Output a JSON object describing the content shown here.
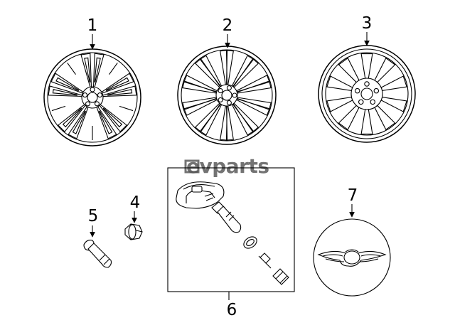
{
  "watermark": "evparts",
  "parts": [
    {
      "label": "1",
      "name": "Wheel - split-spoke alloy"
    },
    {
      "label": "2",
      "name": "Wheel - multi-spoke alloy"
    },
    {
      "label": "3",
      "name": "Wheel - 10-spoke"
    },
    {
      "label": "4",
      "name": "Wheel lug nut"
    },
    {
      "label": "5",
      "name": "Valve stem"
    },
    {
      "label": "6",
      "name": "TPMS sensor kit"
    },
    {
      "label": "7",
      "name": "Center cap"
    }
  ]
}
